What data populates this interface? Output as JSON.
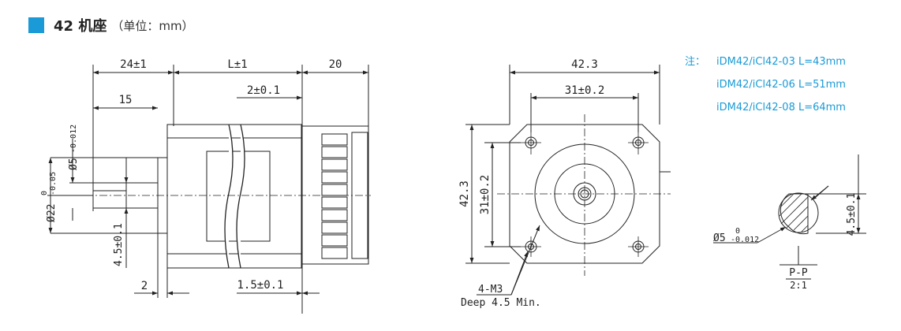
{
  "header": {
    "title": "42 机座",
    "unit": "（单位：mm）"
  },
  "colors": {
    "accent": "#1a9ad6",
    "line": "#222222"
  },
  "side_view": {
    "dims": {
      "shaft_length": "24±1",
      "body_length": "L±1",
      "connector_length": "20",
      "flat_length": "15",
      "boss_offset": "2±0.1",
      "shaft_dia_base": "Ø5",
      "shaft_dia_tol": "-0.012",
      "boss_dia_base": "Ø22",
      "boss_dia_tol_top": "0",
      "boss_dia_tol_bottom": "-0.05",
      "flat_depth": "4.5±0.1",
      "boss_height": "2",
      "flange_thickness": "1.5±0.1"
    }
  },
  "front_view": {
    "dims": {
      "width": "42.3",
      "hole_spacing_x": "31±0.2",
      "height": "42.3",
      "hole_spacing_y": "31±0.2"
    },
    "holes_label": "4-M3",
    "holes_depth": "Deep 4.5 Min."
  },
  "note": {
    "prefix": "注：",
    "lines": [
      "iDM42/iCl42-03 L=43mm",
      "iDM42/iCl42-06 L=51mm",
      "iDM42/iCl42-08 L=64mm"
    ]
  },
  "section_view": {
    "flat_depth": "4.5±0.1",
    "shaft_dia_base": "Ø5",
    "tol_top": "0",
    "tol_bottom": "-0.012",
    "title": "P-P",
    "scale": "2:1"
  }
}
